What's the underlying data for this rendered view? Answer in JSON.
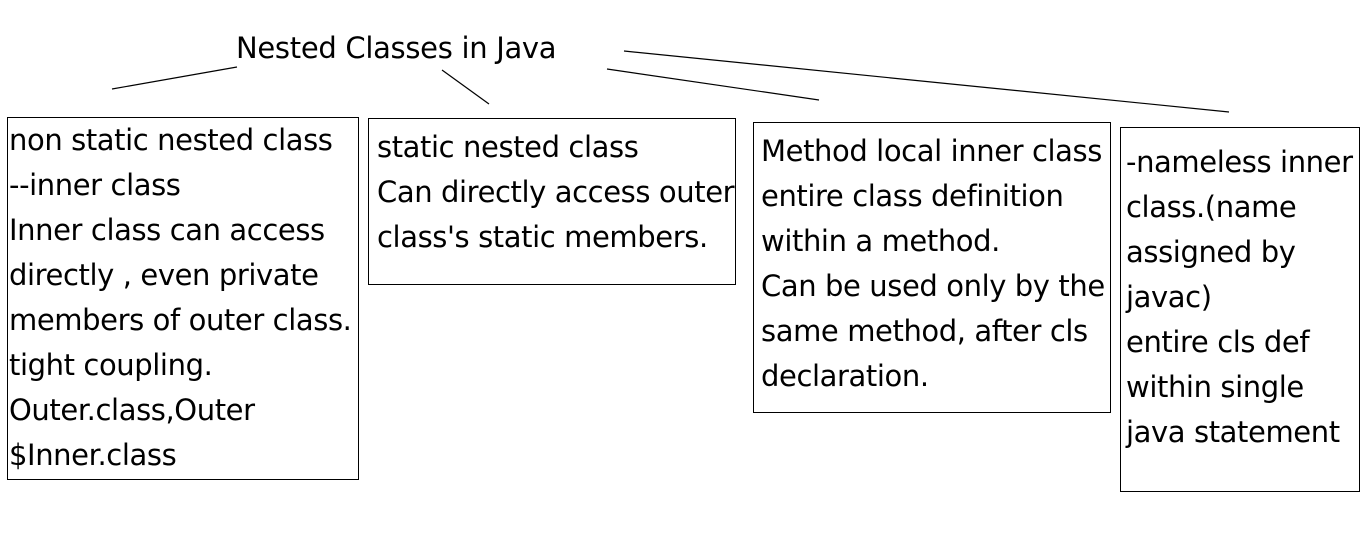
{
  "title": "Nested Classes in Java",
  "colors": {
    "ink": "#000000",
    "background": "#ffffff"
  },
  "boxes": [
    {
      "lines": [
        "non static nested class",
        "--inner class",
        "Inner class can access",
        "directly , even private",
        "members of outer class.",
        "tight coupling.",
        "Outer.class,Outer",
        "$Inner.class"
      ]
    },
    {
      "lines": [
        "static nested class",
        "Can directly access outer",
        "class's static members."
      ]
    },
    {
      "lines": [
        "Method local inner class",
        "entire class definition",
        "within a method.",
        "Can be used only by the",
        "same method, after cls",
        "declaration."
      ]
    },
    {
      "lines": [
        "-nameless inner",
        "class.(name",
        "assigned by",
        "javac)",
        "entire cls def",
        "within single",
        "java statement"
      ]
    }
  ]
}
